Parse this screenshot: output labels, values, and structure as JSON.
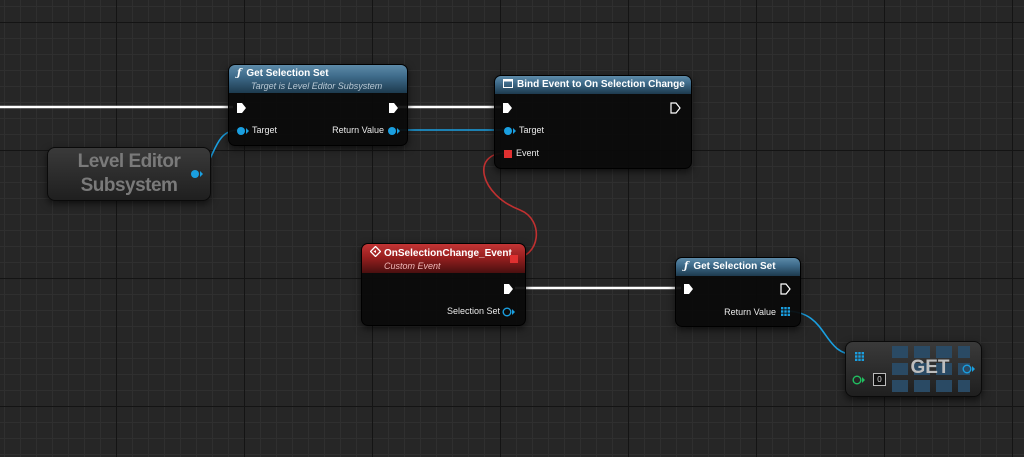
{
  "nodes": {
    "get_selection_set_1": {
      "title": "Get Selection Set",
      "subtitle": "Target is Level Editor Subsystem",
      "icon": "ƒ",
      "target_label": "Target",
      "return_label": "Return Value"
    },
    "bind_event": {
      "title": "Bind Event to On Selection Change",
      "target_label": "Target",
      "event_label": "Event"
    },
    "level_editor_subsystem": {
      "line1": "Level Editor",
      "line2": "Subsystem"
    },
    "custom_event": {
      "title": "OnSelectionChange_Event",
      "subtitle": "Custom Event",
      "output_label": "Selection Set"
    },
    "get_selection_set_2": {
      "title": "Get Selection Set",
      "icon": "ƒ",
      "return_label": "Return Value"
    },
    "array_get": {
      "label": "GET",
      "index_value": "0"
    }
  },
  "colors": {
    "exec_wire": "#ffffff",
    "object_pin": "#1a9fe0",
    "delegate_pin": "#e03030",
    "struct_pin": "#20c060",
    "function_header": "#4a7896",
    "event_header": "#a82424"
  },
  "icons": {
    "function": "function-icon",
    "event": "custom-event-icon",
    "delegate": "delegate-icon"
  }
}
